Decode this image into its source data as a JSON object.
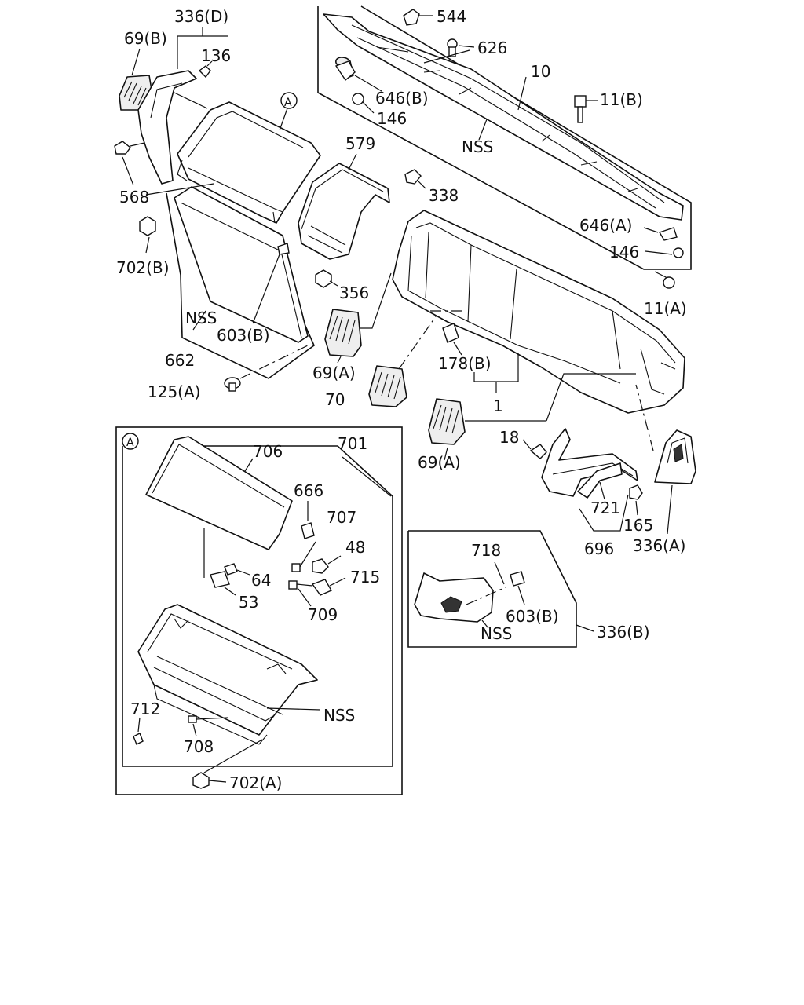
{
  "labels": {
    "l_336D": "336(D)",
    "l_69B": "69(B)",
    "l_136": "136",
    "l_544": "544",
    "l_626": "626",
    "l_10": "10",
    "l_646B": "646(B)",
    "l_146a": "146",
    "l_11B": "11(B)",
    "l_nss1": "NSS",
    "l_A1": "A",
    "l_579": "579",
    "l_568": "568",
    "l_338": "338",
    "l_646A": "646(A)",
    "l_146b": "146",
    "l_702B": "702(B)",
    "l_356": "356",
    "l_11A": "11(A)",
    "l_nss2": "NSS",
    "l_603B1": "603(B)",
    "l_662": "662",
    "l_69A1": "69(A)",
    "l_178B": "178(B)",
    "l_125A": "125(A)",
    "l_70": "70",
    "l_1": "1",
    "l_18": "18",
    "l_69A2": "69(A)",
    "l_721": "721",
    "l_165": "165",
    "l_696": "696",
    "l_336A": "336(A)",
    "l_A2": "A",
    "l_706": "706",
    "l_701": "701",
    "l_666": "666",
    "l_707": "707",
    "l_48": "48",
    "l_64": "64",
    "l_715": "715",
    "l_53": "53",
    "l_709": "709",
    "l_718": "718",
    "l_603B2": "603(B)",
    "l_nss3": "NSS",
    "l_336B": "336(B)",
    "l_712": "712",
    "l_nss4": "NSS",
    "l_708": "708",
    "l_702A": "702(A)"
  }
}
